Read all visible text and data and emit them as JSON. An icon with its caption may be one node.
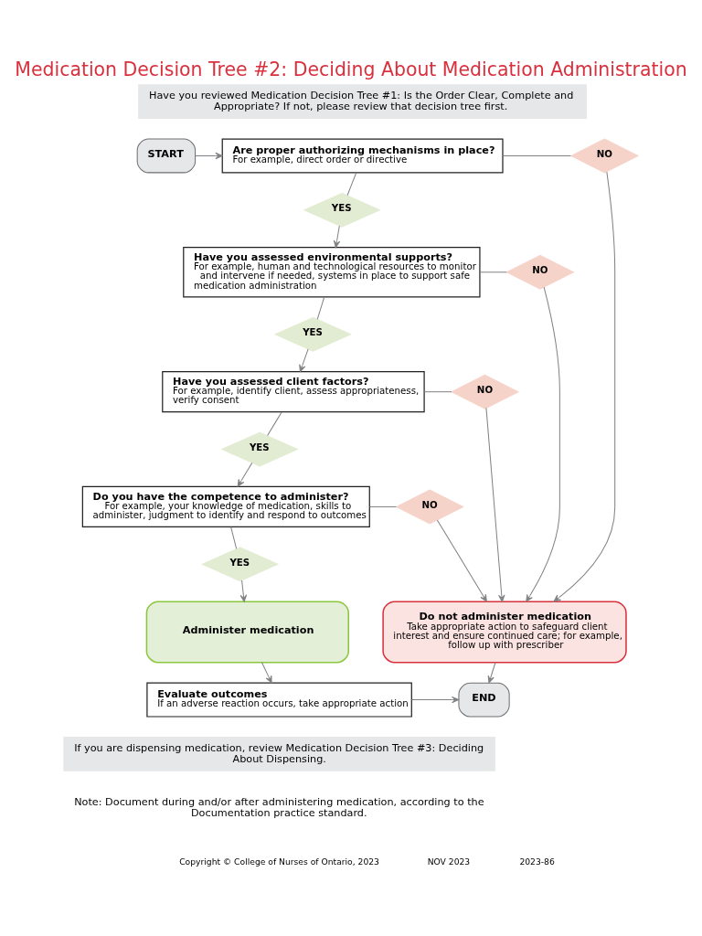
{
  "diagram": {
    "title": "Medication Decision Tree #2: Deciding About Medication Administration",
    "nodes": [
      {
        "text": [
          "START"
        ]
      },
      {
        "text": [
          "Are proper authorizing mechanisms in place?",
          "For example, direct order or directive"
        ]
      },
      {
        "text": [
          "NO"
        ]
      },
      {
        "text": [
          "YES"
        ]
      },
      {
        "text": [
          "Have you assessed environmental supports?",
          "For example, human and technological resources to monitor and intervene if needed, systems in place to support safe medication administration"
        ]
      },
      {
        "text": [
          "NO"
        ]
      },
      {
        "text": [
          "YES"
        ]
      },
      {
        "text": [
          "Have you assessed client factors?",
          "For example, identify client, assess appropriateness, verify consent"
        ]
      },
      {
        "text": [
          "NO"
        ]
      },
      {
        "text": [
          "YES"
        ]
      },
      {
        "text": [
          "Do you have the competence to administer?",
          "For example, your knowledge of medication, skills to administer, judgment to identify and respond to outcomes"
        ]
      },
      {
        "text": [
          "NO"
        ]
      },
      {
        "text": [
          "YES"
        ]
      },
      {
        "text": [
          "Administer medication"
        ]
      },
      {
        "text": [
          "Do not administer medication",
          "Take appropriate action to safeguard client interest and ensure continued care; for example, follow up with prescriber"
        ]
      },
      {
        "text": [
          "Evaluate outcomes",
          "If an adverse reaction occurs, take appropriate action"
        ]
      },
      {
        "text": [
          "END"
        ]
      }
    ],
    "edges": [
      {
        "from": 0,
        "to": 1,
        "arrow": "to"
      },
      {
        "from": 1,
        "to": 2,
        "arrow": "none"
      },
      {
        "from": 2,
        "to": 14,
        "arrow": "to"
      },
      {
        "from": 1,
        "to": 3,
        "arrow": "none"
      },
      {
        "from": 3,
        "to": 4,
        "arrow": "to"
      },
      {
        "from": 4,
        "to": 5,
        "arrow": "none"
      },
      {
        "from": 5,
        "to": 14,
        "arrow": "to"
      },
      {
        "from": 4,
        "to": 6,
        "arrow": "none"
      },
      {
        "from": 6,
        "to": 7,
        "arrow": "to"
      },
      {
        "from": 7,
        "to": 8,
        "arrow": "none"
      },
      {
        "from": 8,
        "to": 14,
        "arrow": "to"
      },
      {
        "from": 7,
        "to": 9,
        "arrow": "none"
      },
      {
        "from": 9,
        "to": 10,
        "arrow": "to"
      },
      {
        "from": 10,
        "to": 11,
        "arrow": "none"
      },
      {
        "from": 11,
        "to": 14,
        "arrow": "to"
      },
      {
        "from": 10,
        "to": 12,
        "arrow": "none"
      },
      {
        "from": 12,
        "to": 13,
        "arrow": "to"
      },
      {
        "from": 13,
        "to": 15,
        "arrow": "to"
      },
      {
        "from": 15,
        "to": 16,
        "arrow": "to"
      },
      {
        "from": 14,
        "to": 16,
        "arrow": "to"
      }
    ],
    "labels": [
      "Have you reviewed Medication Decision Tree #1: Is the Order Clear, Complete and Appropriate? If not, please review that decision tree first.",
      "If you are dispensing medication, review Medication Decision Tree #3: Deciding About Dispensing.",
      "Note: Document during and/or after administering medication, according to the Documentation practice standard.",
      "Copyright © College of Nurses of Ontario, 2023",
      "NOV 2023",
      "2023-86"
    ]
  }
}
